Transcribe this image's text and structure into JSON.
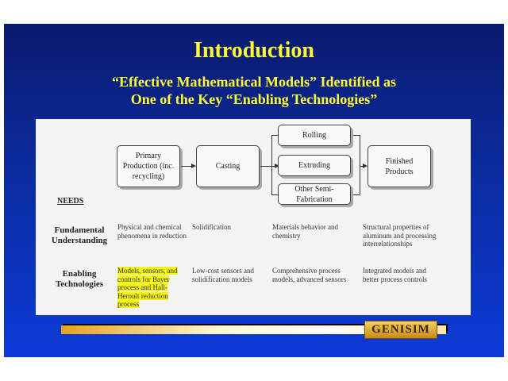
{
  "title": "Introduction",
  "subtitle": [
    "“Effective Mathematical Models” Identified as",
    "One of the Key “Enabling Technologies”"
  ],
  "diagram": {
    "primary": "Primary Production (inc. recycling)",
    "casting": "Casting",
    "rolling": "Rolling",
    "extruding": "Extruding",
    "other": "Other Semi-Fabrication",
    "finished": "Finished Products"
  },
  "needs_label": "NEEDS",
  "rows": [
    {
      "label": "Fundamental Understanding",
      "cells": [
        "Physical and chemical phenomena in reduction",
        "Solidification",
        "Materials behavior and chemistry",
        "Structural properties of aluminum and processing interrelationships"
      ]
    },
    {
      "label": "Enabling Technologies",
      "cells": [
        "Models, sensors, and controls for Bayer process and Hall-Heroult reduction process",
        "Low-cost sensors and solidification models",
        "Comprehensive process models, advanced sensors",
        "Integrated models and better process controls"
      ]
    }
  ],
  "logo": "GENISIM",
  "colors": {
    "title": "#ffff33",
    "highlight": "#f4f41a"
  }
}
